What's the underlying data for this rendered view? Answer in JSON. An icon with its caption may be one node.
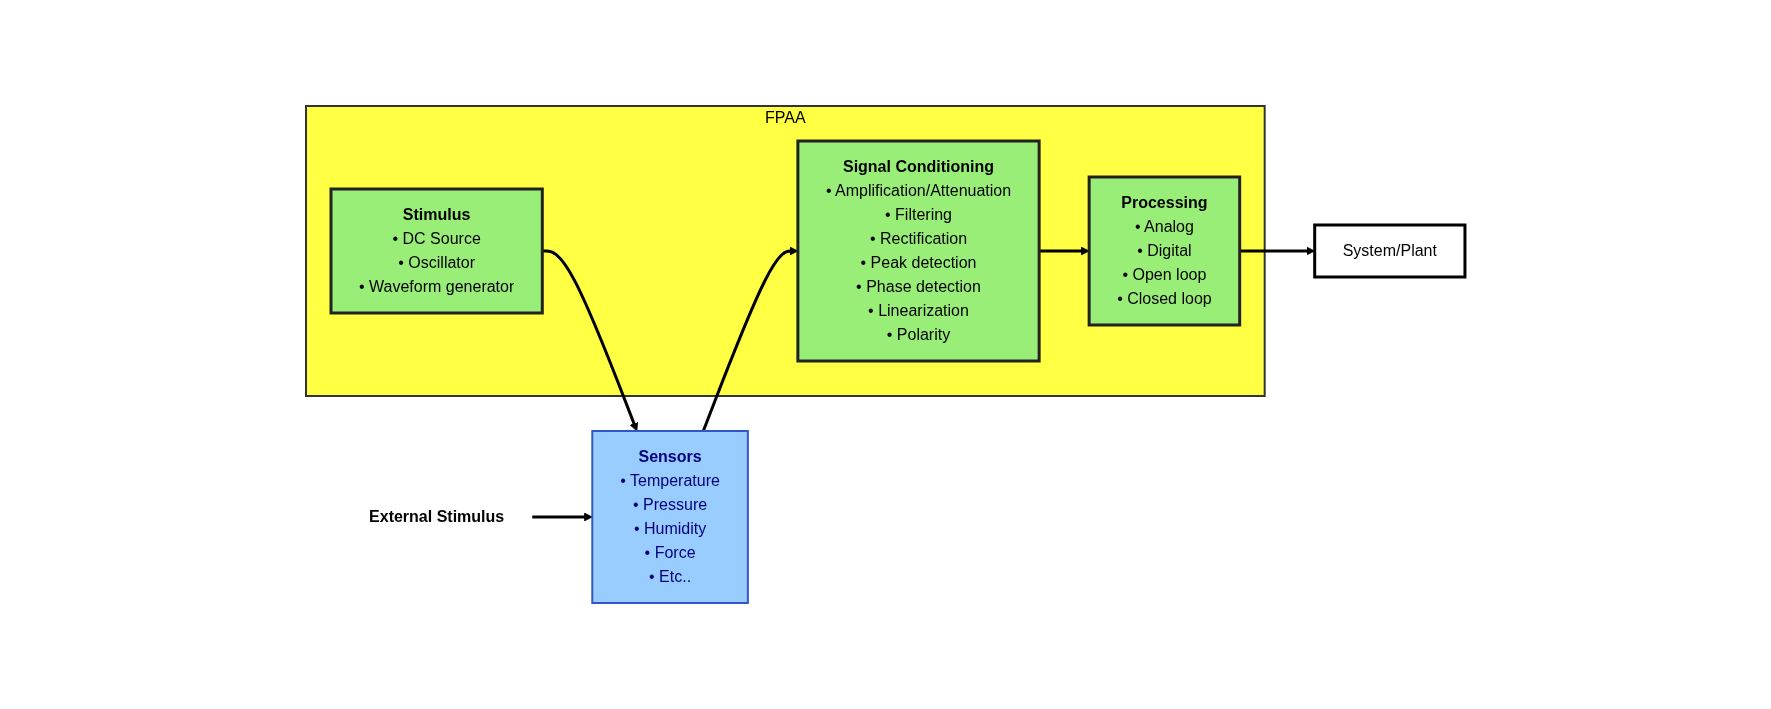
{
  "diagram": {
    "nodes": [
      {
        "text": [
          "External Stimulus"
        ]
      },
      {
        "text": [
          "Sensors",
          "• Temperature",
          "• Pressure",
          "• Humidity",
          "• Force",
          "• Etc.."
        ]
      },
      {
        "text": [
          "FPAA"
        ]
      },
      {
        "text": [
          "Stimulus",
          "• DC Source",
          "• Oscillator",
          "• Waveform generator"
        ],
        "in": 2
      },
      {
        "text": [
          "Signal Conditioning",
          "• Amplification/Attenuation",
          "• Filtering",
          "• Rectification",
          "• Peak detection",
          "• Phase detection",
          "• Linearization",
          "• Polarity"
        ],
        "in": 2
      },
      {
        "text": [
          "Processing",
          "• Analog",
          "• Digital",
          "• Open loop",
          "• Closed loop"
        ],
        "in": 2
      },
      {
        "text": [
          "System/Plant"
        ]
      }
    ],
    "edges": [
      {
        "from": 0,
        "to": 1,
        "arrow": "to"
      },
      {
        "from": 3,
        "to": 1,
        "arrow": "to"
      },
      {
        "from": 1,
        "to": 4,
        "arrow": "to"
      },
      {
        "from": 4,
        "to": 5,
        "arrow": "to"
      },
      {
        "from": 5,
        "to": 6,
        "arrow": "to"
      }
    ]
  }
}
